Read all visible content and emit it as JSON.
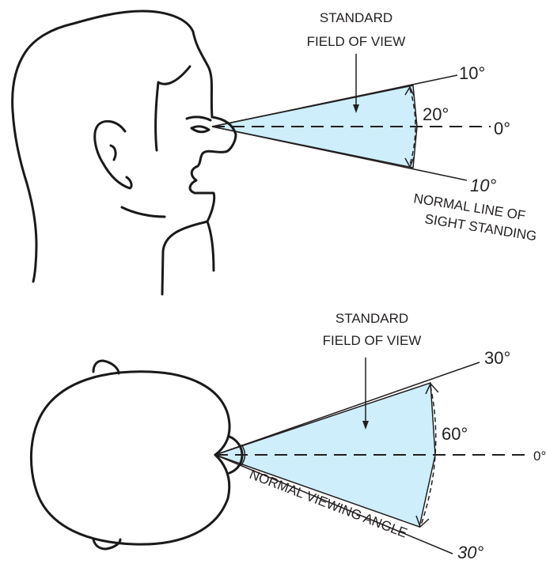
{
  "side_view": {
    "title_line1": "STANDARD",
    "title_line2": "FIELD OF VIEW",
    "upper_angle": "10°",
    "lower_angle": "10°",
    "center_angle": "0°",
    "span_angle": "20°",
    "caption_line1": "NORMAL LINE OF",
    "caption_line2": "SIGHT STANDING"
  },
  "top_view": {
    "title_line1": "STANDARD",
    "title_line2": "FIELD OF VIEW",
    "upper_angle": "30°",
    "lower_angle": "30°",
    "center_angle": "0°",
    "span_angle": "60°",
    "caption": "NORMAL VIEWING ANGLE"
  },
  "colors": {
    "field_fill": "#cdeefa",
    "ink": "#1a1a1a"
  }
}
